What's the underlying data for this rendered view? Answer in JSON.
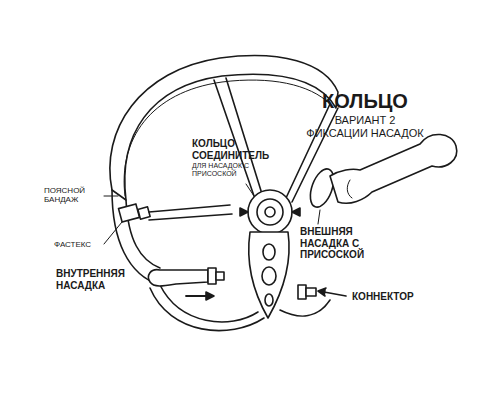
{
  "diagram": {
    "title": "КОЛЬЦО",
    "labels": [
      "ВАРИАНТ 2 ФИКСАЦИИ НАСАДОК",
      "ПОЯСНОЙ БАНДАЖ",
      "КОЛЬЦО СОЕДИНИТЕЛЬ",
      "ДЛЯ НАСАДОК С ПРИСОСКОЙ",
      "ФАСТЕКС",
      "ВНУТРЕННЯЯ НАСАДКА",
      "ВНЕШНЯЯ НАСАДКА С ПРИСОСКОЙ",
      "КОННЕКТОР"
    ]
  }
}
